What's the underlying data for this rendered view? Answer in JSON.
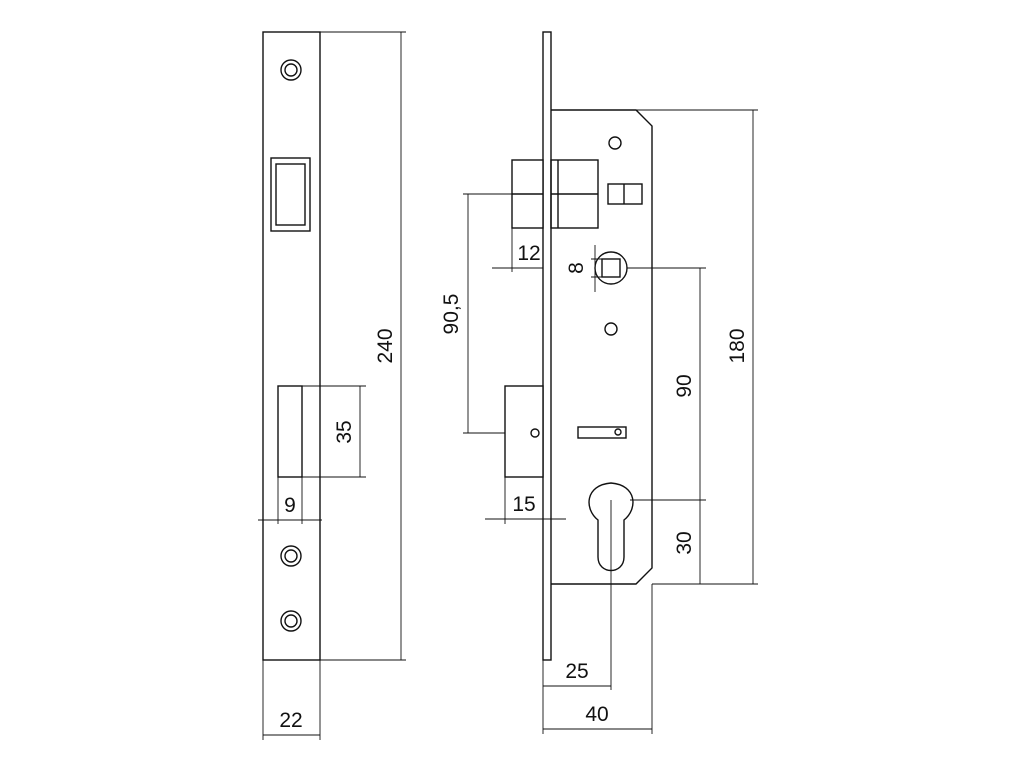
{
  "dimensions": {
    "faceplate_height": "240",
    "faceplate_width": "22",
    "latch_hole_height": "35",
    "latch_hole_width": "9",
    "bolt_width": "12",
    "spindle_size": "8",
    "bolt_to_latch": "90,5",
    "latch_width": "15",
    "spindle_to_cylinder": "90",
    "case_height": "180",
    "cylinder_to_bottom": "30",
    "backset": "25",
    "case_depth": "40"
  }
}
